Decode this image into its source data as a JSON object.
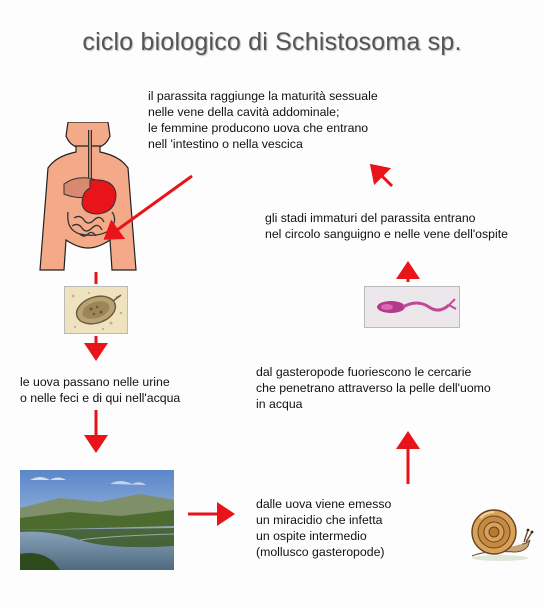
{
  "title": "ciclo biologico di Schistosoma sp.",
  "steps": [
    {
      "lines": [
        "il parassita raggiunge la maturità sessuale",
        "nelle vene della cavità addominale;",
        "le femmine producono uova che entrano",
        "nell 'intestino o nella vescica"
      ]
    },
    {
      "lines": [
        "le uova passano nelle urine",
        "o nelle feci  e di qui nell'acqua"
      ]
    },
    {
      "lines": [
        "dalle uova viene emesso",
        "un miracidio che infetta",
        "un ospite intermedio",
        "(mollusco gasteropode)"
      ]
    },
    {
      "lines": [
        "dal gasteropode fuoriescono le cercarie",
        "che penetrano attraverso la pelle dell'uomo",
        "in acqua"
      ]
    },
    {
      "lines": [
        "gli stadi immaturi  del parassita entrano",
        "nel circolo sanguigno e nelle vene dell'ospite"
      ]
    }
  ],
  "colors": {
    "arrow": "#e8141a",
    "title": "#555555",
    "body_skin": "#f4a988",
    "organ": "#e8141a"
  },
  "icons": [
    "human-torso",
    "egg-microscopy",
    "river-landscape",
    "cercaria-microscopy",
    "snail"
  ]
}
